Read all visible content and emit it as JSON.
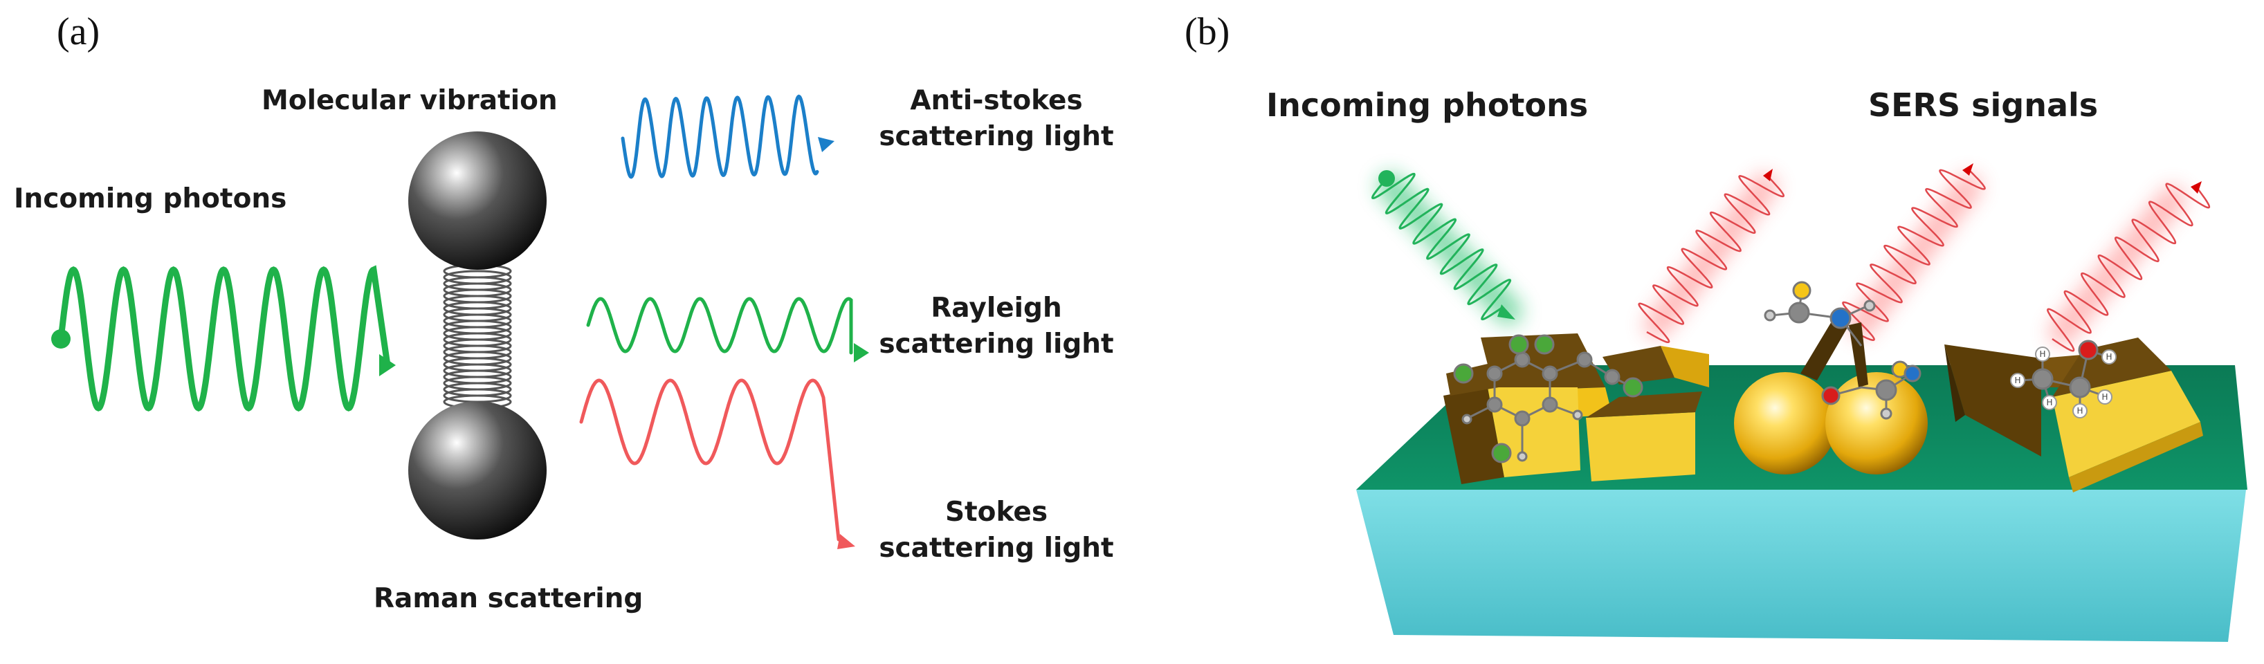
{
  "panel_a": {
    "letter": "(a)",
    "incoming_photons": "Incoming photons",
    "molecular_vibration": "Molecular vibration",
    "raman_scattering": "Raman scattering",
    "anti_stokes": [
      "Anti-stokes",
      "scattering light"
    ],
    "rayleigh": [
      "Rayleigh",
      "scattering light"
    ],
    "stokes": [
      "Stokes",
      "scattering light"
    ]
  },
  "panel_b": {
    "letter": "(b)",
    "incoming_photons": "Incoming photons",
    "sers_signals": "SERS signals",
    "atom_label": "H"
  },
  "colors": {
    "green_wave": "#1fb24a",
    "blue_wave": "#1b7fc9",
    "red_wave": "#f0595b",
    "substrate_top": "#0e8a60",
    "substrate_side": "#62d2dc",
    "gold": "#f2c21a",
    "bronze": "#6b4a0e"
  }
}
